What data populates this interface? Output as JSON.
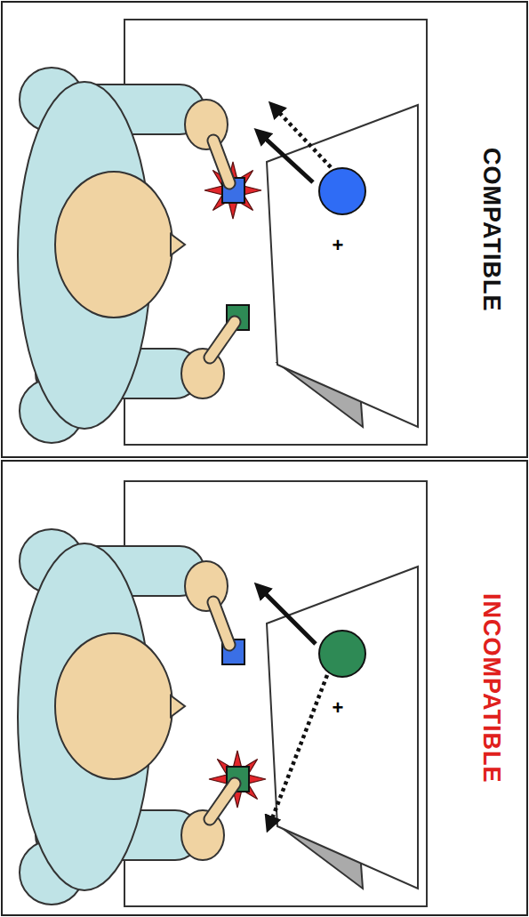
{
  "diagram": {
    "nodes": [
      {
        "text": [
          "COMPATIBLE"
        ]
      },
      {
        "text": [
          "INCOMPATIBLE"
        ]
      }
    ],
    "labels": [
      "+",
      "+"
    ]
  }
}
